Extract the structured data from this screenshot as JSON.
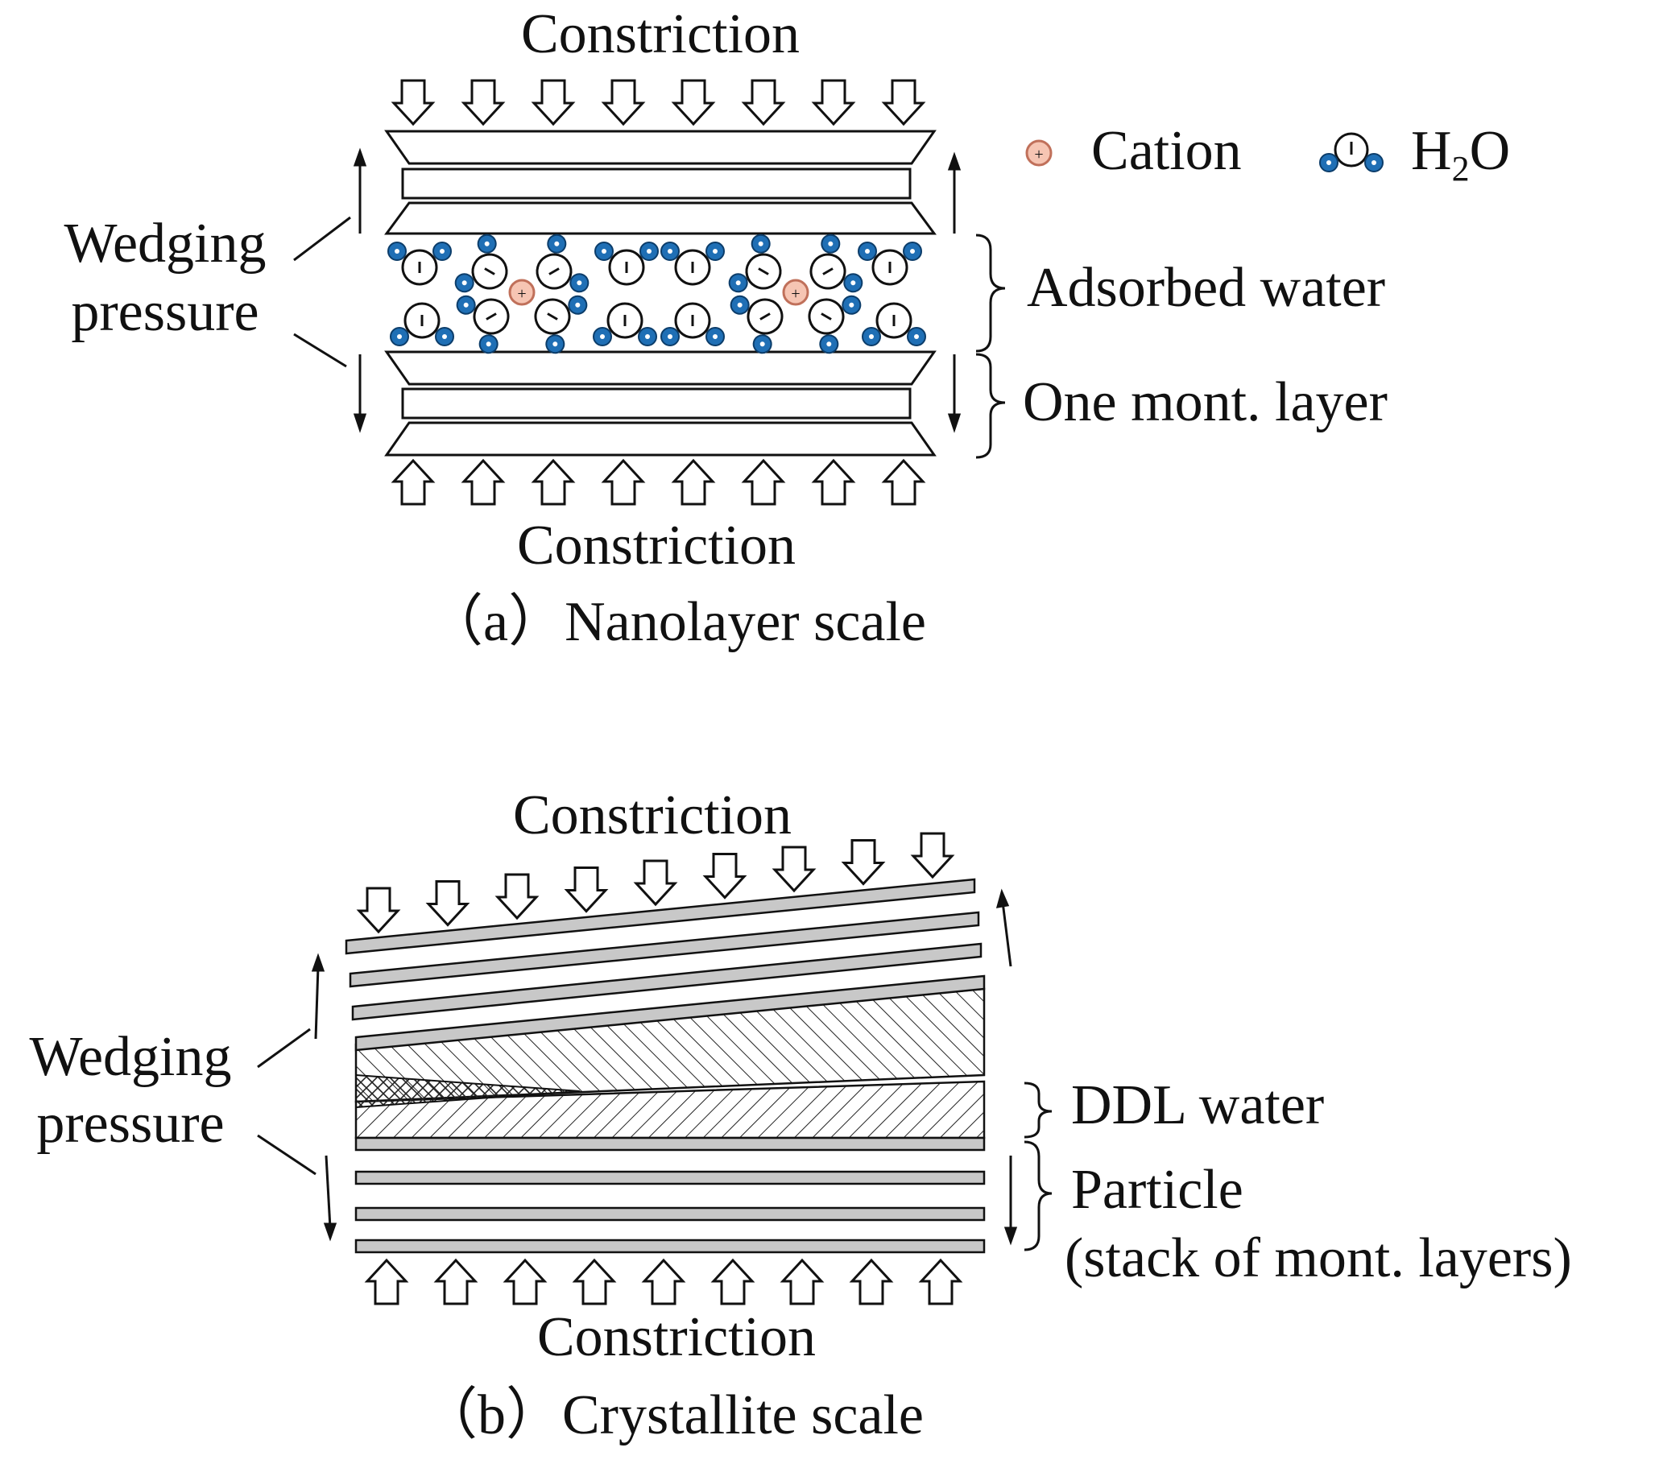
{
  "panel_a": {
    "top_label": "Constriction",
    "bottom_label": "Constriction",
    "wedging_line1": "Wedging",
    "wedging_line2": "pressure",
    "legend": {
      "cation": "Cation",
      "h2o_main": "H",
      "h2o_sub": "2",
      "h2o_tail": "O"
    },
    "adsorbed_water": "Adsorbed water",
    "one_layer": "One mont. layer",
    "caption": "（a）Nanolayer scale"
  },
  "panel_b": {
    "top_label": "Constriction",
    "bottom_label": "Constriction",
    "wedging_line1": "Wedging",
    "wedging_line2": "pressure",
    "ddl_water": "DDL water",
    "particle_line1": "Particle",
    "particle_line2": "(stack of mont. layers)",
    "caption": "（b）Crystallite scale"
  },
  "colors": {
    "water_dot": "#1f6fb5",
    "cation_fill": "#f6c5b3",
    "cation_stroke": "#c0705a",
    "layer_fill": "#c8c8c8"
  },
  "icons": [
    "down-arrow-icon",
    "up-arrow-icon",
    "cation-icon",
    "water-molecule-icon",
    "brace-icon"
  ]
}
